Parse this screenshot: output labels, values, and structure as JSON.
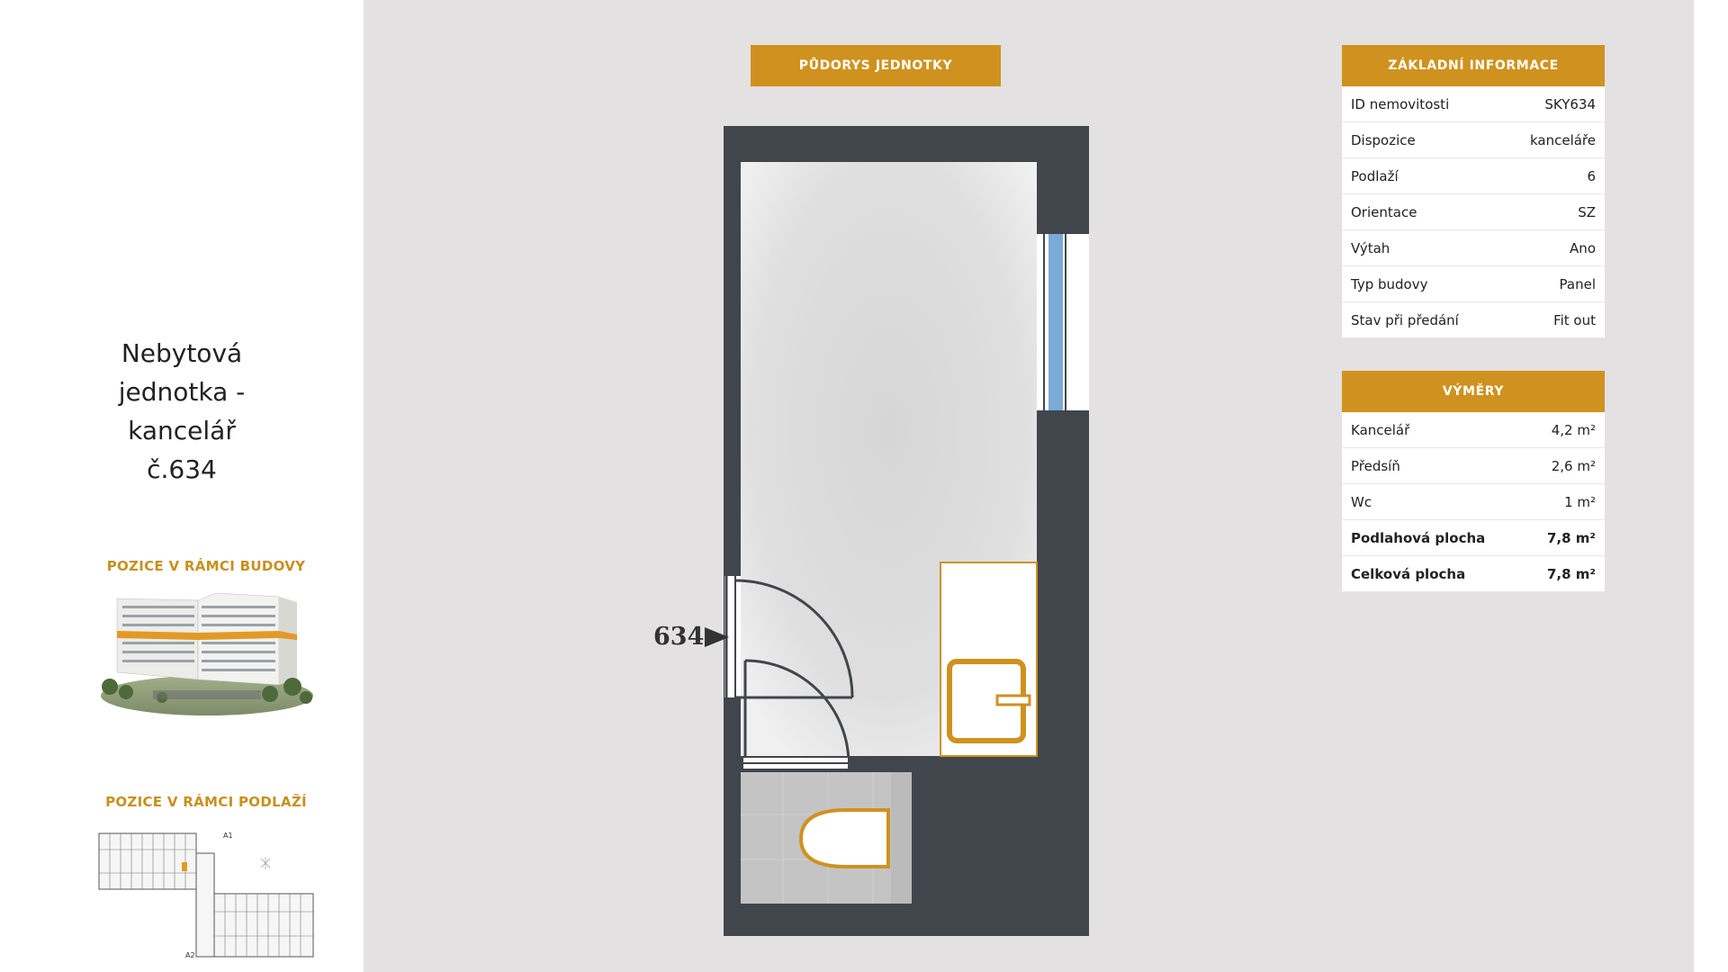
{
  "left": {
    "title_lines": [
      "Nebytová",
      "jednotka -",
      "kancelář",
      "č.634"
    ],
    "building_position_label": "POZICE V RÁMCI BUDOVY",
    "floor_position_label": "POZICE V RÁMCI PODLAŽÍ",
    "floor_plan_labels": {
      "top": "A1",
      "bottom": "A2"
    }
  },
  "plan": {
    "heading": "PŮDORYS JEDNOTKY",
    "unit_number": "634"
  },
  "basic_info": {
    "heading": "ZÁKLADNÍ INFORMACE",
    "rows": [
      {
        "label": "ID nemovitosti",
        "value": "SKY634"
      },
      {
        "label": "Dispozice",
        "value": "kanceláře"
      },
      {
        "label": "Podlaží",
        "value": "6"
      },
      {
        "label": "Orientace",
        "value": "SZ"
      },
      {
        "label": "Výtah",
        "value": "Ano"
      },
      {
        "label": "Typ budovy",
        "value": "Panel"
      },
      {
        "label": "Stav při předání",
        "value": "Fit out"
      }
    ]
  },
  "sizes": {
    "heading": "VÝMĚRY",
    "rows": [
      {
        "label": "Kancelář",
        "value": "4,2 m²"
      },
      {
        "label": "Předsíň",
        "value": "2,6 m²"
      },
      {
        "label": "Wc",
        "value": "1 m²"
      },
      {
        "label": "Podlahová plocha",
        "value": "7,8 m²"
      },
      {
        "label": "Celková plocha",
        "value": "7,8 m²"
      }
    ]
  },
  "colors": {
    "accent": "#cf921f",
    "wall": "#40464c",
    "background": "#e3e1e2",
    "window_glass": "#7aaad6"
  }
}
